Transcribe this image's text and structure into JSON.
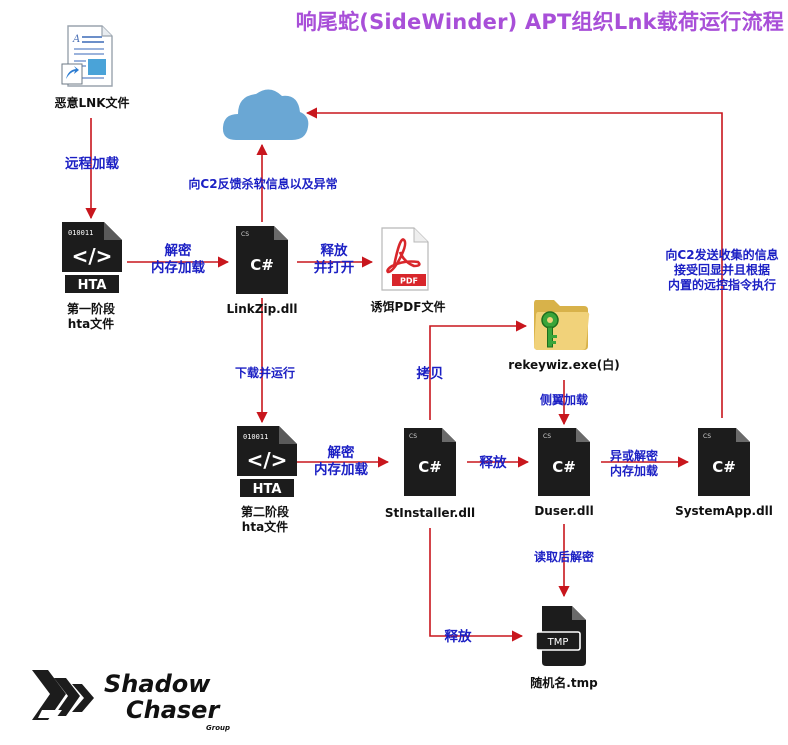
{
  "title": "响尾蛇(SideWinder) APT组织Lnk载荷运行流程",
  "colors": {
    "arrow": "#c8161d",
    "edge_text": "#1b1fc4",
    "title": "#a84fd8",
    "cloud": "#6aa7d4",
    "file_dark": "#1c1c1c"
  },
  "nodes": {
    "lnk": {
      "label": "恶意LNK文件",
      "icon": "lnk-document-icon"
    },
    "hta1": {
      "label_line1": "第一阶段",
      "label_line2": "hta文件",
      "icon": "hta-file-icon",
      "icon_code": "010011",
      "icon_text": "HTA"
    },
    "linkzip": {
      "label": "LinkZip.dll",
      "icon": "csharp-file-icon",
      "icon_text": "C#",
      "icon_tag": "CS"
    },
    "cloud": {
      "icon": "cloud-icon"
    },
    "pdf": {
      "label": "诱饵PDF文件",
      "icon": "pdf-file-icon",
      "icon_text": "PDF"
    },
    "hta2": {
      "label_line1": "第二阶段",
      "label_line2": "hta文件",
      "icon": "hta-file-icon",
      "icon_code": "010011",
      "icon_text": "HTA"
    },
    "stinstaller": {
      "label": "StInstaller.dll",
      "icon": "csharp-file-icon",
      "icon_text": "C#",
      "icon_tag": "CS"
    },
    "rekeywiz": {
      "label": "rekeywiz.exe(白)",
      "icon": "key-folder-icon"
    },
    "duser": {
      "label": "Duser.dll",
      "icon": "csharp-file-icon",
      "icon_text": "C#",
      "icon_tag": "CS"
    },
    "systemapp": {
      "label": "SystemApp.dll",
      "icon": "csharp-file-icon",
      "icon_text": "C#",
      "icon_tag": "CS"
    },
    "tmp": {
      "label": "随机名.tmp",
      "icon": "tmp-file-icon",
      "icon_text": "TMP"
    }
  },
  "edges": {
    "remote_load": "远程加载",
    "decrypt_mem_1a": "解密",
    "decrypt_mem_1b": "内存加载",
    "feedback_c2": "向C2反馈杀软信息以及异常",
    "release_open_a": "释放",
    "release_open_b": "并打开",
    "download_run": "下载并运行",
    "decrypt_mem_2a": "解密",
    "decrypt_mem_2b": "内存加载",
    "copy": "拷贝",
    "release_1": "释放",
    "sideload": "侧翼加载",
    "async_decrypt_a": "异或解密",
    "async_decrypt_b": "内存加载",
    "read_decrypt": "读取后解密",
    "release_2": "释放",
    "c2_line1": "向C2发送收集的信息",
    "c2_line2": "接受回显并且根据",
    "c2_line3": "内置的远控指令执行"
  },
  "logo": {
    "line1": "Shadow",
    "line2": "Chaser",
    "line3": "Group"
  }
}
